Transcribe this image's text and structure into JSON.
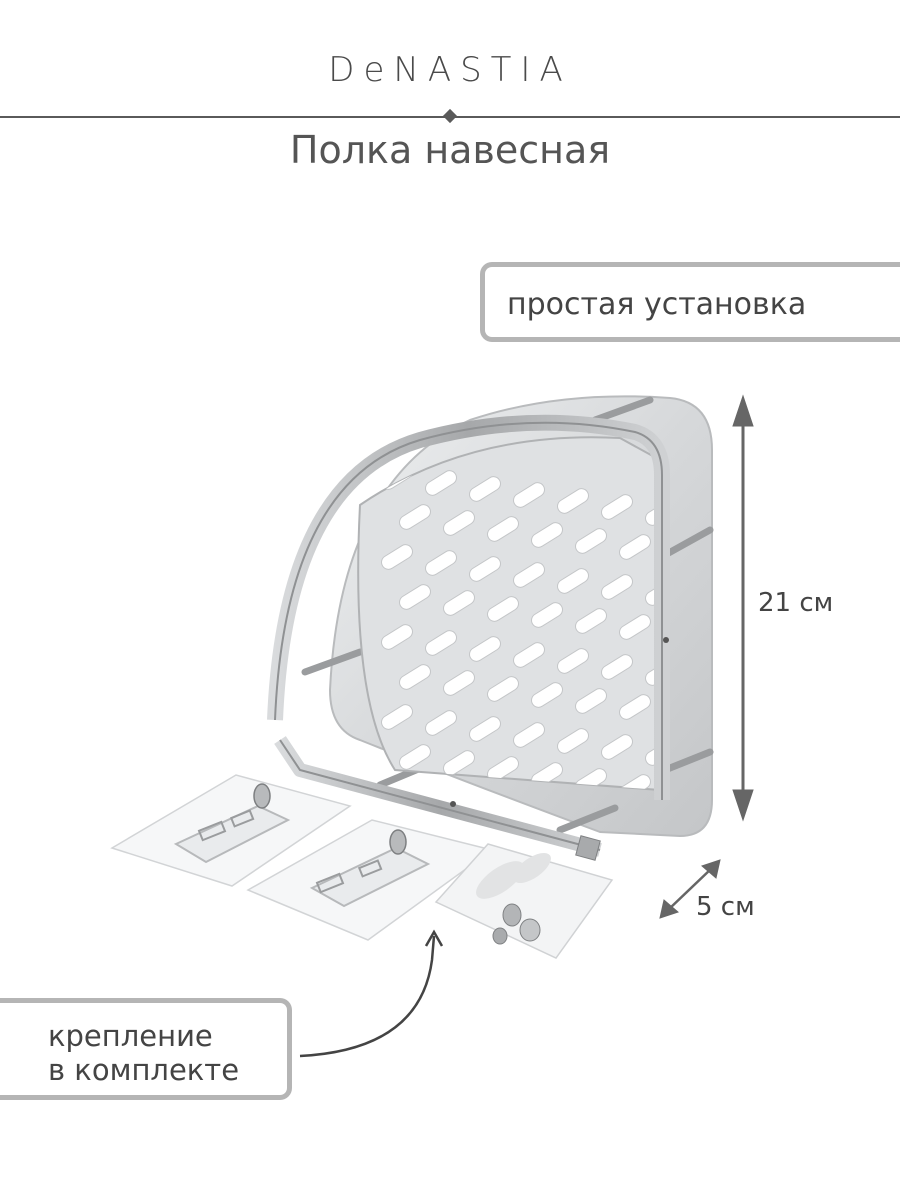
{
  "brand": "DeNASTIA",
  "product_title": "Полка навесная",
  "callouts": {
    "easy_install": "простая установка",
    "mount_line1": "крепление",
    "mount_line2": "в комплекте"
  },
  "dimensions": {
    "height": "21 см",
    "depth": "5 см"
  },
  "icons": {
    "height_arrow": "double-arrow-vertical-icon",
    "depth_arrow": "double-arrow-diagonal-icon",
    "pointer_arrow": "curved-arrow-icon"
  },
  "colors": {
    "text": "#444444",
    "frame": "#b5b5b5",
    "metal": "#c9cbcd"
  }
}
